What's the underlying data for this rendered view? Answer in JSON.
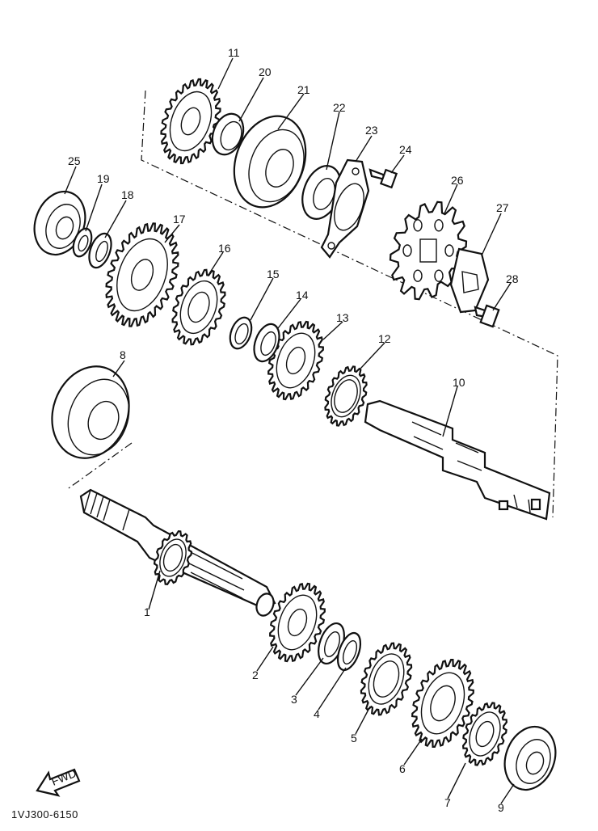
{
  "part_labels": [
    "1",
    "2",
    "3",
    "4",
    "5",
    "6",
    "7",
    "8",
    "9",
    "10",
    "11",
    "12",
    "13",
    "14",
    "15",
    "16",
    "17",
    "18",
    "19",
    "20",
    "21",
    "22",
    "23",
    "24",
    "25",
    "26",
    "27",
    "28"
  ],
  "fwd_label": "FWD",
  "diagram_code": "1VJ300-6150"
}
